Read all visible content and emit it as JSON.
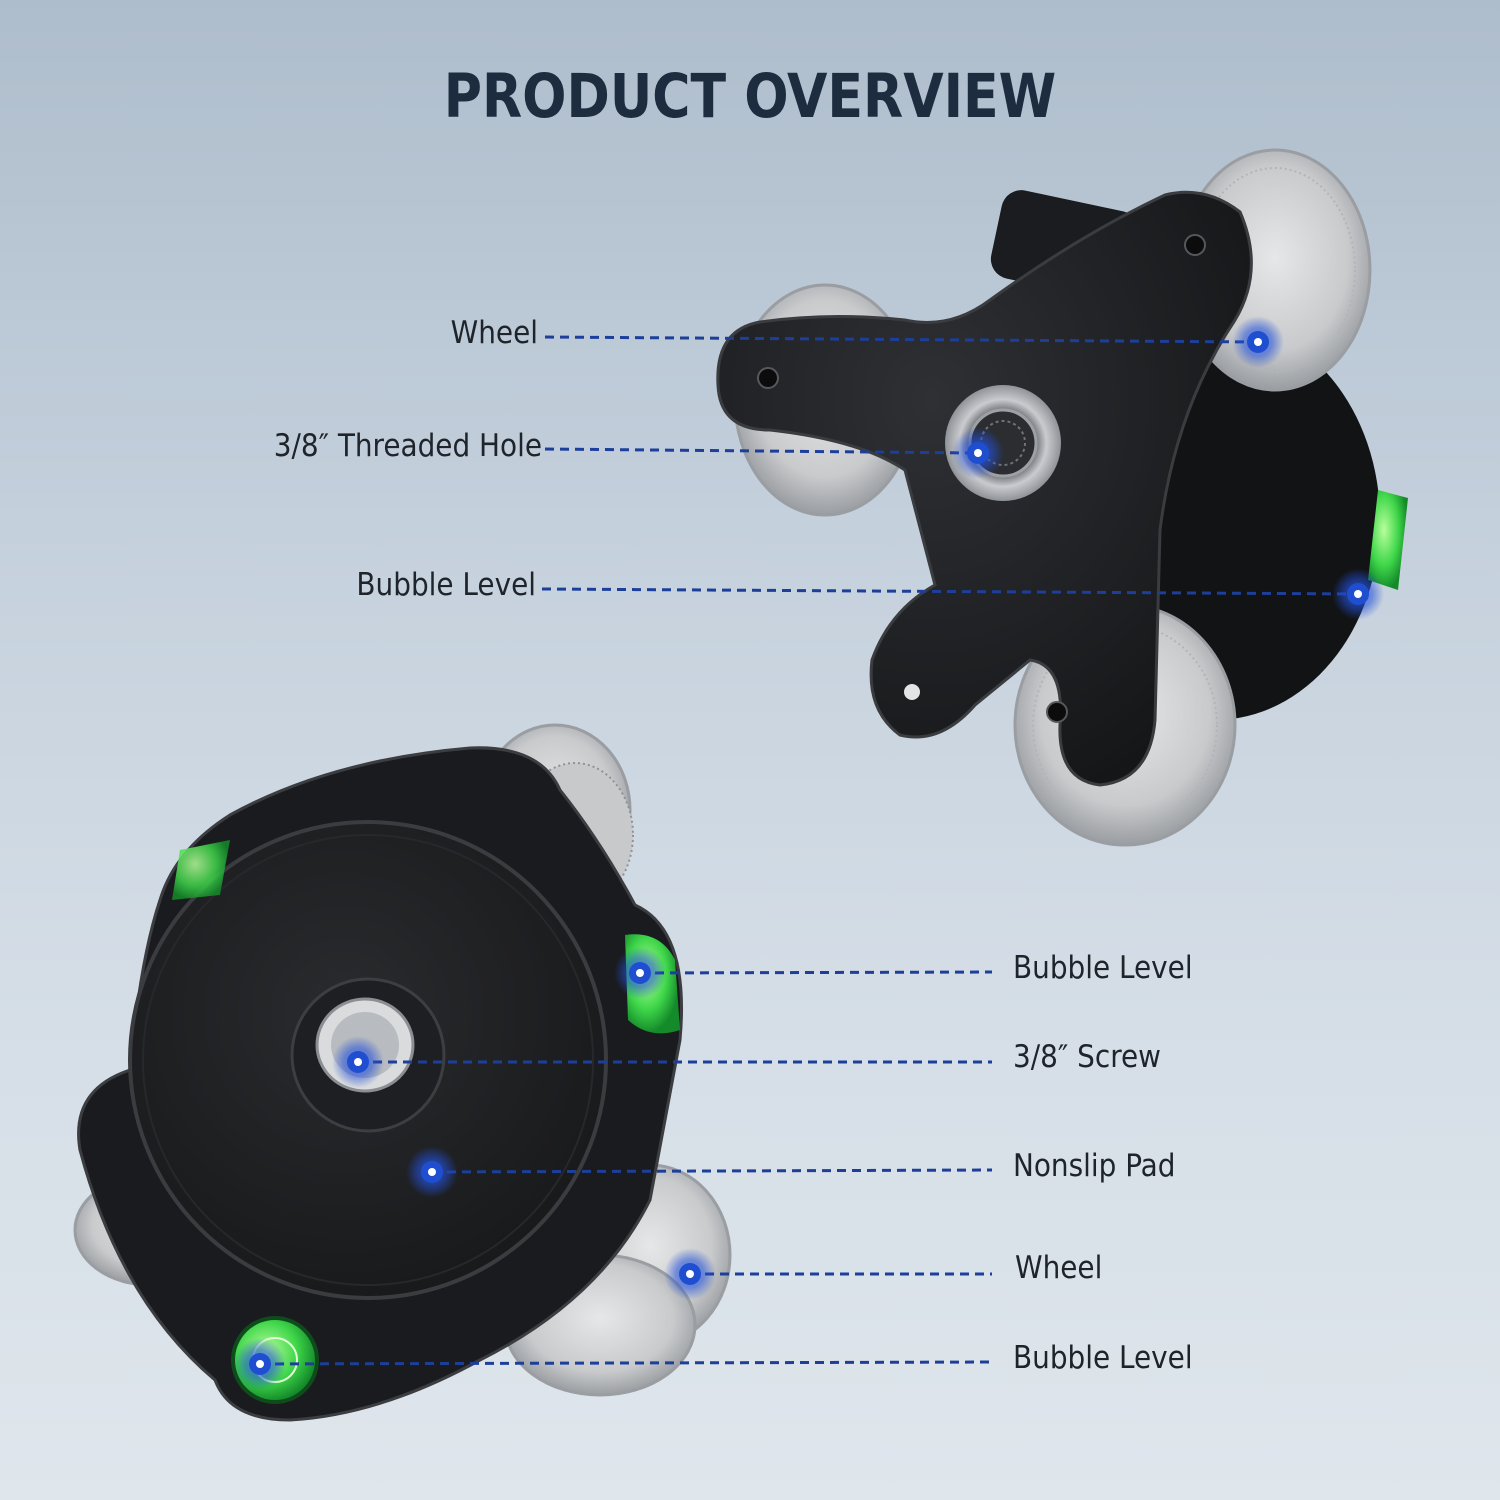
{
  "title": "PRODUCT OVERVIEW",
  "callouts_top": [
    {
      "label": "Wheel"
    },
    {
      "label": "3/8″ Threaded Hole"
    },
    {
      "label": "Bubble Level"
    }
  ],
  "callouts_bottom": [
    {
      "label": "Bubble Level"
    },
    {
      "label": "3/8″ Screw"
    },
    {
      "label": "Nonslip Pad"
    },
    {
      "label": "Wheel"
    },
    {
      "label": "Bubble Level"
    }
  ],
  "colors": {
    "callout_line": "#1d3f9a",
    "marker": "#1f4fd0",
    "bubble_green": "#3fd64a",
    "body_black": "#1c1d20",
    "wheel_silver": "#d0d2d4"
  }
}
